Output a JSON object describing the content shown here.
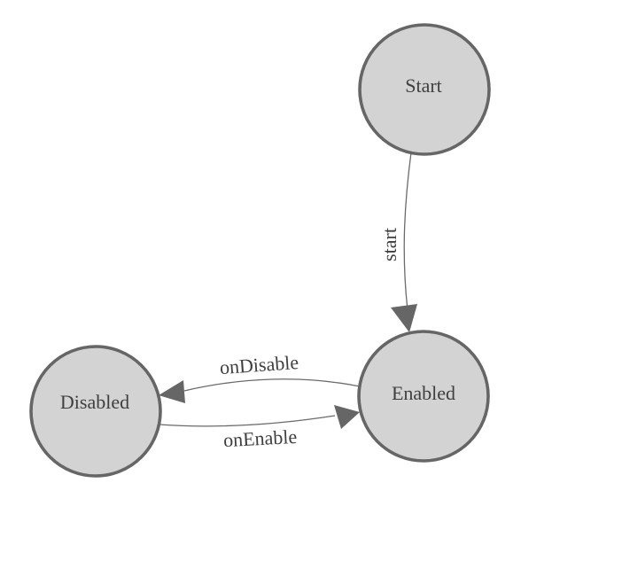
{
  "diagram": {
    "nodes": [
      {
        "id": "start",
        "label": "Start"
      },
      {
        "id": "enabled",
        "label": "Enabled"
      },
      {
        "id": "disabled",
        "label": "Disabled"
      }
    ],
    "edges": [
      {
        "from": "Start",
        "to": "Enabled",
        "label": "start"
      },
      {
        "from": "Enabled",
        "to": "Disabled",
        "label": "onDisable"
      },
      {
        "from": "Disabled",
        "to": "Enabled",
        "label": "onEnable"
      }
    ],
    "colors": {
      "background": "#ffffff",
      "node_fill": "#d3d3d3",
      "node_stroke": "#666666",
      "edge_line": "#6b6b6b",
      "arrowhead": "#666666",
      "label_text": "#3f3f3f"
    }
  }
}
